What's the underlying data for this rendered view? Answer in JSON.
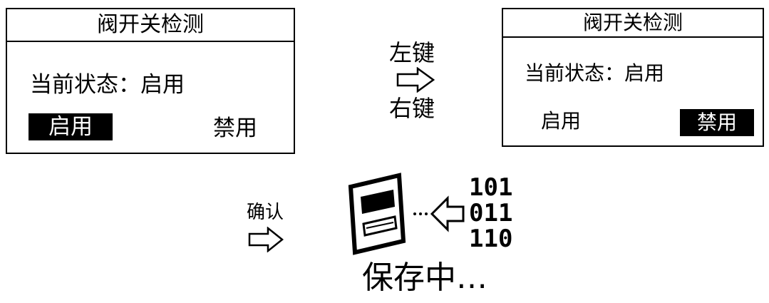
{
  "left_screen": {
    "title": "阀开关检测",
    "status": "当前状态：启用",
    "option_enable": "启用",
    "option_disable": "禁用",
    "selected": "启用"
  },
  "navigation": {
    "left_key": "左键",
    "right_key": "右键"
  },
  "right_screen": {
    "title": "阀开关检测",
    "status": "当前状态：启用",
    "option_enable": "启用",
    "option_disable": "禁用",
    "selected": "禁用"
  },
  "confirm": {
    "label": "确认"
  },
  "saving": {
    "label": "保存中…",
    "binary_rows": [
      "101",
      "011",
      "110"
    ]
  }
}
